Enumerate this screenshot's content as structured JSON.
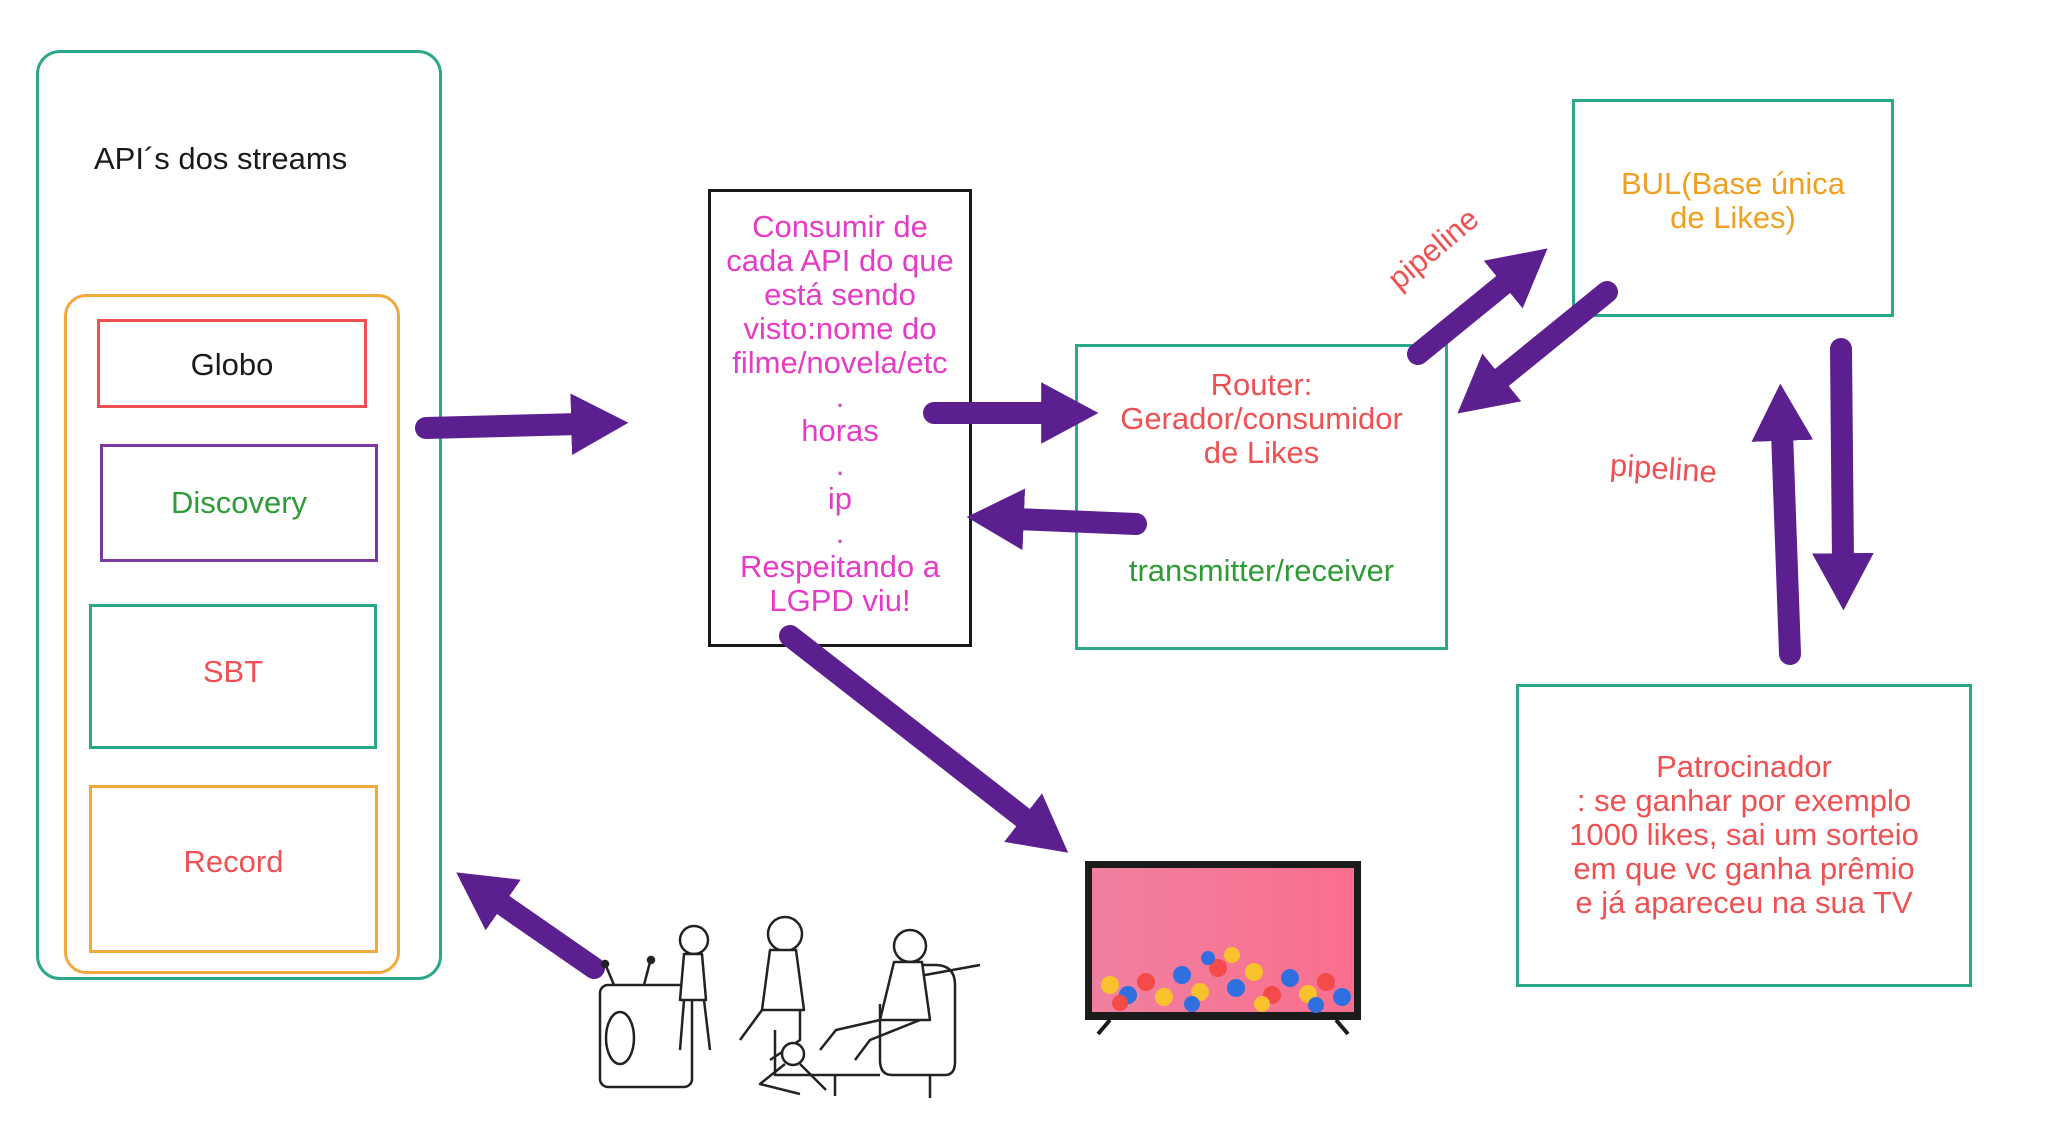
{
  "apis_panel": {
    "title": "API´s dos streams"
  },
  "channels": {
    "globo": "Globo",
    "discovery": "Discovery",
    "sbt": "SBT",
    "record": "Record"
  },
  "consumer": {
    "text": "Consumir de\ncada API do que\nestá sendo\nvisto:nome do\nfilme/novela/etc\n.\nhoras\n.\nip\n.\nRespeitando a\nLGPD viu!"
  },
  "router": {
    "title": "Router:\nGerador/consumidor\nde Likes",
    "subtitle": "transmitter/receiver"
  },
  "bul": {
    "text": "BUL(Base única\nde Likes)"
  },
  "pipelines": {
    "upper": "pipeline",
    "right": "pipeline"
  },
  "sponsor": {
    "text": "Patrocinador\n: se ganhar por exemplo\n1000 likes, sai um sorteio\nem que vc ganha prêmio\ne já apareceu na sua TV"
  },
  "colors": {
    "arrow": "#5b1f8f",
    "teal": "#2aa889",
    "orange": "#f2a93b",
    "red": "#ef5152",
    "purple": "#7b3aa0",
    "green": "#2e9c36",
    "magenta": "#e63bc6",
    "bul_text": "#f0a020"
  },
  "icons": [
    "family-watching-tv-icon",
    "tv-likes-icon"
  ]
}
